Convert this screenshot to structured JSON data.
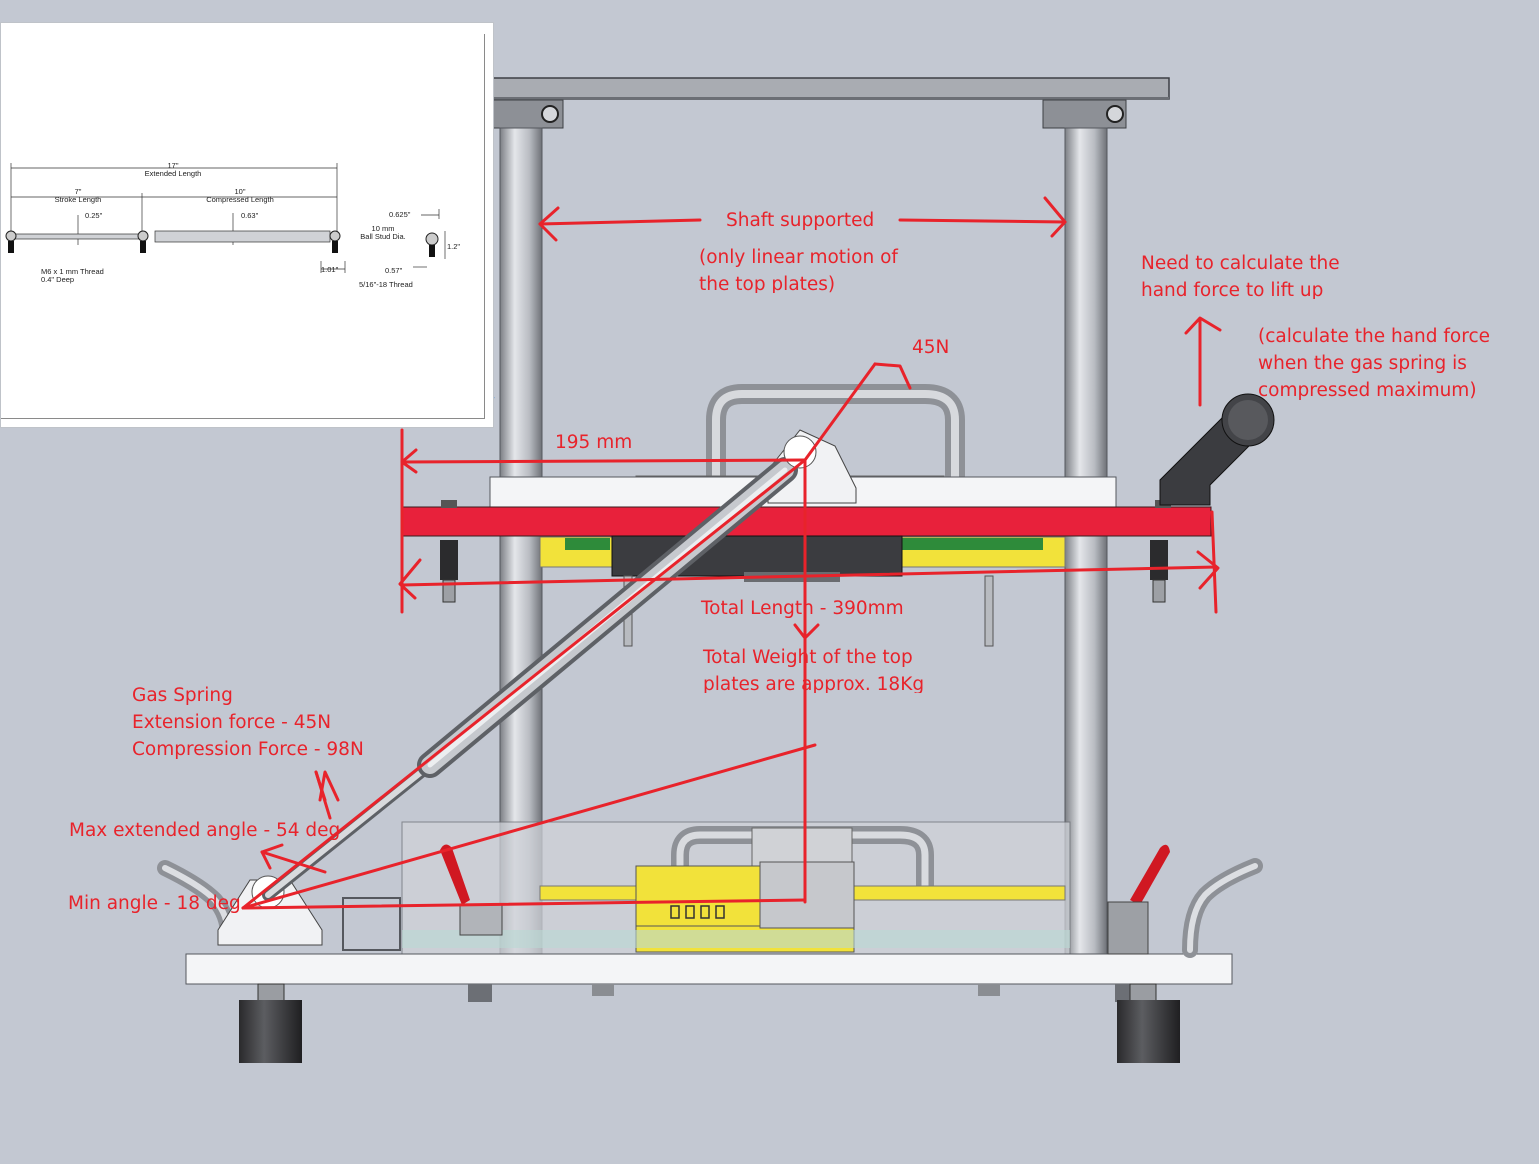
{
  "annotations": {
    "shaft_supported": "Shaft supported",
    "linear_motion": [
      "(only linear motion of",
      "the top plates)"
    ],
    "hand_force": [
      "Need to calculate the",
      "hand force to lift up"
    ],
    "hand_force_note": [
      "(calculate the hand force",
      "when the gas spring is",
      "compressed maximum)"
    ],
    "force_45n": "45N",
    "dim_195": "195 mm",
    "total_length": "Total Length - 390mm",
    "total_weight": [
      "Total Weight of the top",
      "plates are approx. 18Kg"
    ],
    "gas_spring": [
      "Gas Spring",
      "Extension force - 45N",
      "Compression Force - 98N"
    ],
    "max_angle": "Max extended angle - 54 deg",
    "min_angle": "Min angle - 18 deg"
  },
  "gas_spring_drawing": {
    "extended_length": [
      "17\"",
      "Extended Length"
    ],
    "stroke_length": [
      "7\"",
      "Stroke Length"
    ],
    "compressed_length": [
      "10\"",
      "Compressed Length"
    ],
    "rod_dia": "0.25\"",
    "body_dia": "0.63\"",
    "end_length": "1.01\"",
    "thread_left": [
      "M6 x 1 mm Thread",
      "0.4\" Deep"
    ],
    "ball_width": "0.625\"",
    "ball_stud": [
      "10 mm",
      "Ball Stud Dia."
    ],
    "ball_height": "1.2\"",
    "stud_length": "0.57\"",
    "stud_thread": "5/16\"-18 Thread"
  },
  "colors": {
    "annotation": "#e8232b",
    "background": "#c3c8d2",
    "red_plate": "#e8213b",
    "yellow_part": "#f2e23a",
    "redaction": "#1a7fe0"
  }
}
